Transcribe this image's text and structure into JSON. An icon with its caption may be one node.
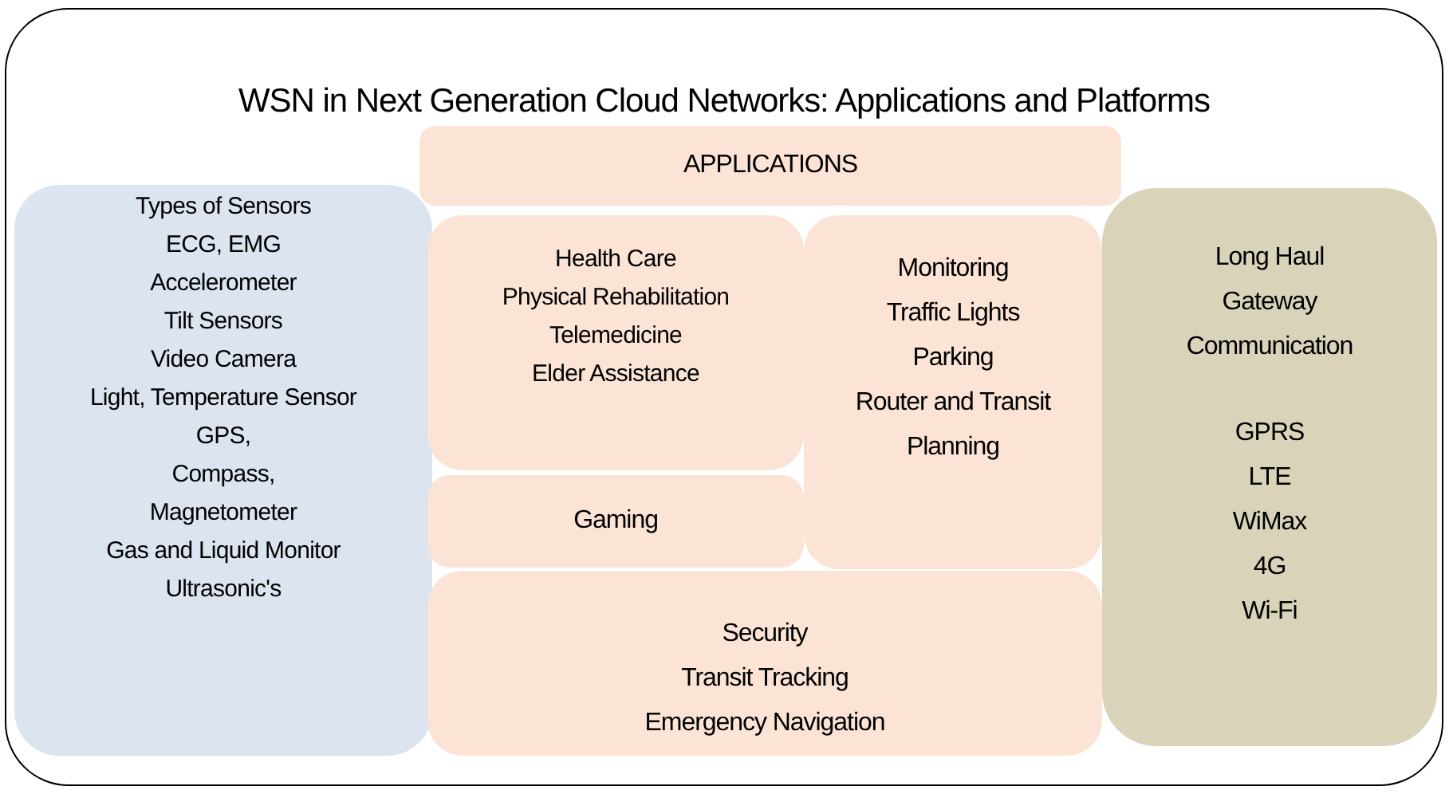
{
  "diagram": {
    "nodes": [
      {
        "text": [
          "WSN in Next Generation Cloud Networks: Applications and Platforms"
        ]
      },
      {
        "text": [
          "Types of Sensors",
          "ECG, EMG",
          "Accelerometer",
          "Tilt Sensors",
          "Video Camera",
          "Light, Temperature Sensor",
          "GPS,",
          "Compass,",
          "Magnetometer",
          "Gas and Liquid Monitor",
          "Ultrasonic's"
        ],
        "in": 0
      },
      {
        "text": [
          "APPLICATIONS"
        ],
        "in": 0
      },
      {
        "text": [
          "Health Care",
          "Physical Rehabilitation",
          "Telemedicine",
          "Elder Assistance"
        ],
        "in": 0
      },
      {
        "text": [
          "Monitoring",
          "Traffic Lights",
          "Parking",
          "Router and Transit Planning"
        ],
        "in": 0
      },
      {
        "text": [
          "Gaming"
        ],
        "in": 0
      },
      {
        "text": [
          "Security",
          "Transit Tracking",
          "Emergency Navigation"
        ],
        "in": 0
      },
      {
        "text": [
          "Long Haul",
          "Gateway",
          "Communication",
          "GPRS",
          "LTE",
          "WiMax",
          "4G",
          "Wi-Fi"
        ],
        "in": 0
      }
    ]
  }
}
